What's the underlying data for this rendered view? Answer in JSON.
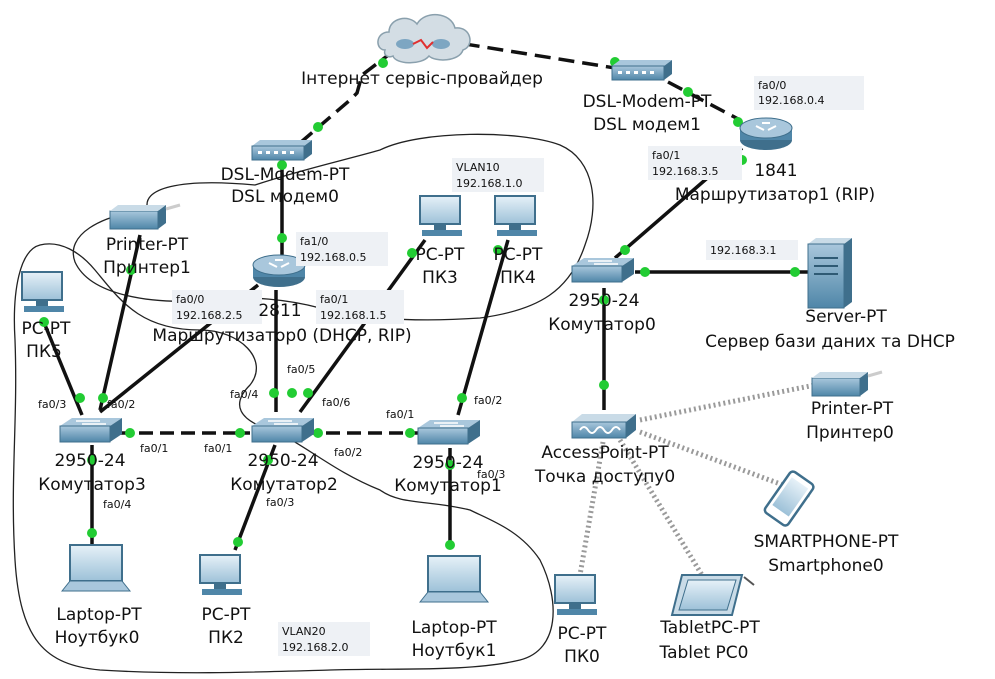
{
  "colors": {
    "link": "#111111",
    "wireless": "#9a9a9a",
    "port_dot": "#22cc33",
    "device": "#5a8fb0",
    "cloud": "#c8d4dc",
    "outline": "#222222"
  },
  "devices": {
    "isp": {
      "label": "Інтернет сервіс-провайдер",
      "icon": "cloud-icon"
    },
    "dsl0": {
      "model": "DSL-Modem-PT",
      "name": "DSL модем0",
      "icon": "dsl-modem-icon"
    },
    "dsl1": {
      "model": "DSL-Modem-PT",
      "name": "DSL модем1",
      "icon": "dsl-modem-icon"
    },
    "router0": {
      "model": "2811",
      "name": "Маршрутизатор0 (DHCP, RIP)",
      "icon": "router-icon"
    },
    "router1": {
      "model": "1841",
      "name": "Маршрутизатор1 (RIP)",
      "icon": "router-icon"
    },
    "printer1": {
      "model": "Printer-PT",
      "name": "Принтер1",
      "icon": "printer-icon"
    },
    "printer0": {
      "model": "Printer-PT",
      "name": "Принтер0",
      "icon": "printer-icon"
    },
    "pc3": {
      "model": "PC-PT",
      "name": "ПК3",
      "icon": "pc-icon"
    },
    "pc4": {
      "model": "PC-PT",
      "name": "ПК4",
      "icon": "pc-icon"
    },
    "pc5": {
      "model": "PC-PT",
      "name": "ПК5",
      "icon": "pc-icon"
    },
    "pc2": {
      "model": "PC-PT",
      "name": "ПК2",
      "icon": "pc-icon"
    },
    "pc0": {
      "model": "PC-PT",
      "name": "ПК0",
      "icon": "pc-icon"
    },
    "switch0": {
      "model": "2950-24",
      "name": "Комутатор0",
      "icon": "switch-icon"
    },
    "switch1": {
      "model": "2950-24",
      "name": "Комутатор1",
      "icon": "switch-icon"
    },
    "switch2": {
      "model": "2950-24",
      "name": "Комутатор2",
      "icon": "switch-icon"
    },
    "switch3": {
      "model": "2950-24",
      "name": "Комутатор3",
      "icon": "switch-icon"
    },
    "server": {
      "model": "Server-PT",
      "name": "Сервер бази даних та DHCP",
      "icon": "server-icon"
    },
    "ap": {
      "model": "AccessPoint-PT",
      "name": "Точка доступу0",
      "icon": "access-point-icon"
    },
    "smartphone": {
      "model": "SMARTPHONE-PT",
      "name": "Smartphone0",
      "icon": "smartphone-icon"
    },
    "tablet": {
      "model": "TabletPC-PT",
      "name": "Tablet PC0",
      "icon": "tablet-icon"
    },
    "laptop0": {
      "model": "Laptop-PT",
      "name": "Ноутбук0",
      "icon": "laptop-icon"
    },
    "laptop1": {
      "model": "Laptop-PT",
      "name": "Ноутбук1",
      "icon": "laptop-icon"
    }
  },
  "notes": {
    "r1_fa00": [
      "fa0/0",
      "192.168.0.4"
    ],
    "r1_fa01": [
      "fa0/1",
      "192.168.3.5"
    ],
    "r0_fa10": [
      "fa1/0",
      "192.168.0.5"
    ],
    "r0_fa00": [
      "fa0/0",
      "192.168.2.5"
    ],
    "r0_fa01": [
      "fa0/1",
      "192.168.1.5"
    ],
    "vlan10": [
      "VLAN10",
      "192.168.1.0"
    ],
    "vlan20": [
      "VLAN20",
      "192.168.2.0"
    ],
    "srv_ip": [
      "192.168.3.1"
    ]
  },
  "ports": {
    "sw3_fa03": "fa0/3",
    "sw3_fa02": "fa0/2",
    "sw3_fa01": "fa0/1",
    "sw3_fa04": "fa0/4",
    "sw2_fa04": "fa0/4",
    "sw2_fa05": "fa0/5",
    "sw2_fa06": "fa0/6",
    "sw2_fa01": "fa0/1",
    "sw2_fa02": "fa0/2",
    "sw2_fa03": "fa0/3",
    "sw1_fa01": "fa0/1",
    "sw1_fa02": "fa0/2",
    "sw1_fa03": "fa0/3"
  }
}
